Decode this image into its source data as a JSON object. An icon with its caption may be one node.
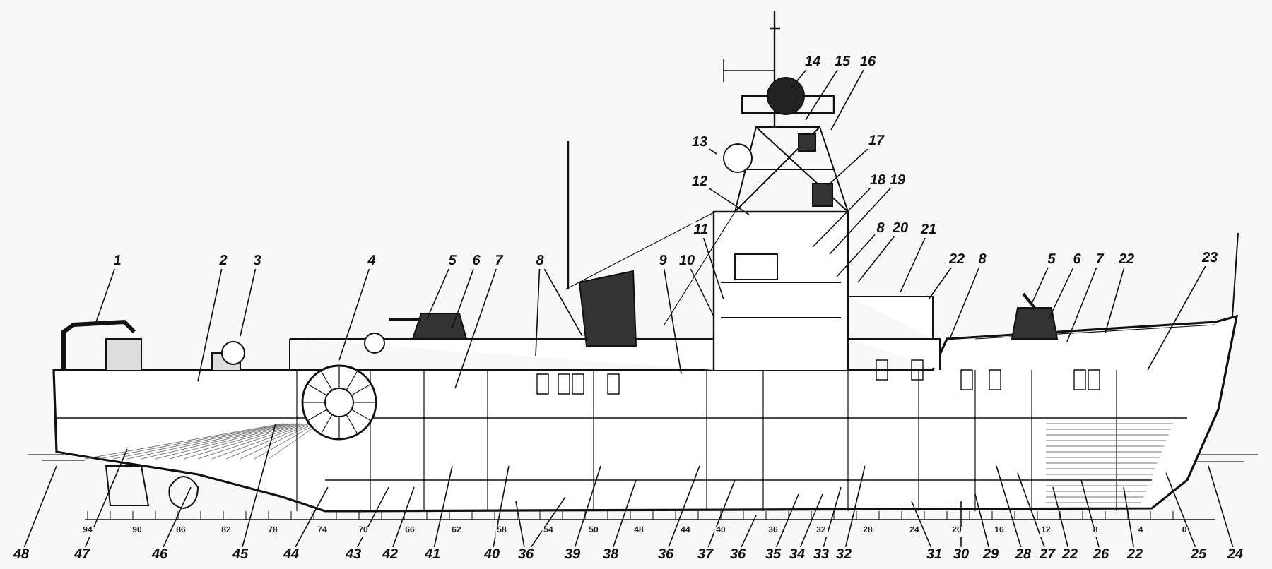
{
  "diagram": {
    "nodes": [
      {
        "text": [
          "14"
        ]
      },
      {
        "text": [
          "15"
        ]
      },
      {
        "text": [
          "16"
        ]
      },
      {
        "text": [
          "13"
        ]
      },
      {
        "text": [
          "17"
        ]
      },
      {
        "text": [
          "12"
        ]
      },
      {
        "text": [
          "18"
        ]
      },
      {
        "text": [
          "19"
        ]
      },
      {
        "text": [
          "11"
        ]
      },
      {
        "text": [
          "8"
        ]
      },
      {
        "text": [
          "20"
        ]
      },
      {
        "text": [
          "21"
        ]
      },
      {
        "text": [
          "1"
        ]
      },
      {
        "text": [
          "2"
        ]
      },
      {
        "text": [
          "3"
        ]
      },
      {
        "text": [
          "4"
        ]
      },
      {
        "text": [
          "5"
        ]
      },
      {
        "text": [
          "6"
        ]
      },
      {
        "text": [
          "7"
        ]
      },
      {
        "text": [
          "8"
        ]
      },
      {
        "text": [
          "9"
        ]
      },
      {
        "text": [
          "10"
        ]
      },
      {
        "text": [
          "22"
        ]
      },
      {
        "text": [
          "8"
        ]
      },
      {
        "text": [
          "5"
        ]
      },
      {
        "text": [
          "6"
        ]
      },
      {
        "text": [
          "7"
        ]
      },
      {
        "text": [
          "22"
        ]
      },
      {
        "text": [
          "23"
        ]
      },
      {
        "text": [
          "48"
        ]
      },
      {
        "text": [
          "47"
        ]
      },
      {
        "text": [
          "46"
        ]
      },
      {
        "text": [
          "45"
        ]
      },
      {
        "text": [
          "44"
        ]
      },
      {
        "text": [
          "43"
        ]
      },
      {
        "text": [
          "42"
        ]
      },
      {
        "text": [
          "41"
        ]
      },
      {
        "text": [
          "40"
        ]
      },
      {
        "text": [
          "36"
        ]
      },
      {
        "text": [
          "39"
        ]
      },
      {
        "text": [
          "38"
        ]
      },
      {
        "text": [
          "36"
        ]
      },
      {
        "text": [
          "37"
        ]
      },
      {
        "text": [
          "36"
        ]
      },
      {
        "text": [
          "35"
        ]
      },
      {
        "text": [
          "34"
        ]
      },
      {
        "text": [
          "33"
        ]
      },
      {
        "text": [
          "32"
        ]
      },
      {
        "text": [
          "31"
        ]
      },
      {
        "text": [
          "30"
        ]
      },
      {
        "text": [
          "29"
        ]
      },
      {
        "text": [
          "28"
        ]
      },
      {
        "text": [
          "27"
        ]
      },
      {
        "text": [
          "22"
        ]
      },
      {
        "text": [
          "26"
        ]
      },
      {
        "text": [
          "22"
        ]
      },
      {
        "text": [
          "25"
        ]
      },
      {
        "text": [
          "24"
        ]
      }
    ],
    "edges": [
      {
        "from": 0,
        "to": null,
        "arrow": "none"
      },
      {
        "from": 1,
        "to": null,
        "arrow": "none"
      },
      {
        "from": 2,
        "to": null,
        "arrow": "none"
      },
      {
        "from": 3,
        "to": null,
        "arrow": "none"
      },
      {
        "from": 4,
        "to": null,
        "arrow": "none"
      },
      {
        "from": 5,
        "to": null,
        "arrow": "none"
      },
      {
        "from": 6,
        "to": null,
        "arrow": "none"
      },
      {
        "from": 7,
        "to": null,
        "arrow": "none"
      },
      {
        "from": 8,
        "to": null,
        "arrow": "none"
      },
      {
        "from": 9,
        "to": null,
        "arrow": "none"
      },
      {
        "from": 10,
        "to": null,
        "arrow": "none"
      },
      {
        "from": 11,
        "to": null,
        "arrow": "none"
      },
      {
        "from": 12,
        "to": null,
        "arrow": "none"
      },
      {
        "from": 13,
        "to": null,
        "arrow": "none"
      },
      {
        "from": 14,
        "to": null,
        "arrow": "none"
      },
      {
        "from": 15,
        "to": null,
        "arrow": "none"
      },
      {
        "from": 16,
        "to": null,
        "arrow": "none"
      },
      {
        "from": 17,
        "to": null,
        "arrow": "none"
      },
      {
        "from": 18,
        "to": null,
        "arrow": "none"
      },
      {
        "from": 19,
        "to": null,
        "arrow": "none"
      },
      {
        "from": 19,
        "to": null,
        "arrow": "none"
      },
      {
        "from": 20,
        "to": null,
        "arrow": "none"
      },
      {
        "from": 21,
        "to": null,
        "arrow": "none"
      },
      {
        "from": 22,
        "to": null,
        "arrow": "none"
      },
      {
        "from": 23,
        "to": null,
        "arrow": "none"
      },
      {
        "from": 24,
        "to": null,
        "arrow": "none"
      },
      {
        "from": 25,
        "to": null,
        "arrow": "none"
      },
      {
        "from": 26,
        "to": null,
        "arrow": "none"
      },
      {
        "from": 27,
        "to": null,
        "arrow": "none"
      },
      {
        "from": 28,
        "to": null,
        "arrow": "none"
      },
      {
        "from": 29,
        "to": null,
        "arrow": "none"
      },
      {
        "from": 30,
        "to": null,
        "arrow": "none"
      },
      {
        "from": 31,
        "to": null,
        "arrow": "none"
      },
      {
        "from": 32,
        "to": null,
        "arrow": "none"
      },
      {
        "from": 33,
        "to": null,
        "arrow": "none"
      },
      {
        "from": 34,
        "to": null,
        "arrow": "none"
      },
      {
        "from": 35,
        "to": null,
        "arrow": "none"
      },
      {
        "from": 36,
        "to": null,
        "arrow": "none"
      },
      {
        "from": 37,
        "to": null,
        "arrow": "none"
      },
      {
        "from": 38,
        "to": null,
        "arrow": "none"
      },
      {
        "from": 38,
        "to": null,
        "arrow": "none"
      },
      {
        "from": 39,
        "to": null,
        "arrow": "none"
      },
      {
        "from": 40,
        "to": null,
        "arrow": "none"
      },
      {
        "from": 41,
        "to": null,
        "arrow": "none"
      },
      {
        "from": 42,
        "to": null,
        "arrow": "none"
      },
      {
        "from": 43,
        "to": null,
        "arrow": "none"
      },
      {
        "from": 44,
        "to": null,
        "arrow": "none"
      },
      {
        "from": 45,
        "to": null,
        "arrow": "none"
      },
      {
        "from": 46,
        "to": null,
        "arrow": "none"
      },
      {
        "from": 47,
        "to": null,
        "arrow": "none"
      },
      {
        "from": 48,
        "to": null,
        "arrow": "none"
      },
      {
        "from": 49,
        "to": null,
        "arrow": "none"
      },
      {
        "from": 50,
        "to": null,
        "arrow": "none"
      },
      {
        "from": 51,
        "to": null,
        "arrow": "none"
      },
      {
        "from": 52,
        "to": null,
        "arrow": "none"
      },
      {
        "from": 53,
        "to": null,
        "arrow": "none"
      },
      {
        "from": 54,
        "to": null,
        "arrow": "none"
      },
      {
        "from": 55,
        "to": null,
        "arrow": "none"
      },
      {
        "from": 56,
        "to": null,
        "arrow": "none"
      },
      {
        "from": 57,
        "to": null,
        "arrow": "none"
      }
    ],
    "labels": [
      "94",
      "90",
      "86",
      "82",
      "78",
      "74",
      "70",
      "66",
      "62",
      "58",
      "54",
      "50",
      "48",
      "44",
      "40",
      "36",
      "32",
      "28",
      "24",
      "20",
      "16",
      "12",
      "8",
      "4",
      "0"
    ]
  }
}
